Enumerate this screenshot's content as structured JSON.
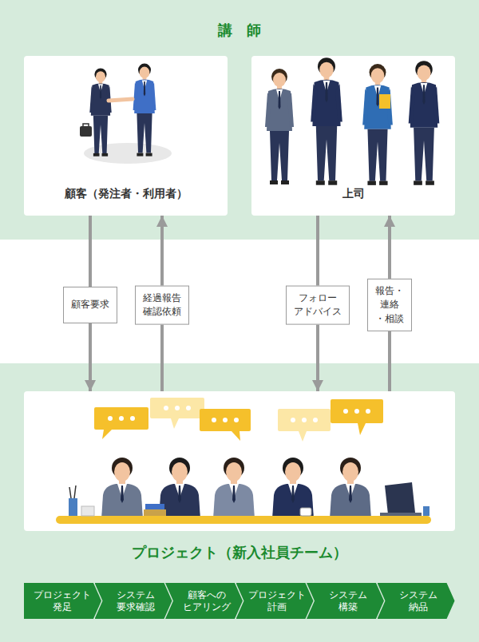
{
  "diagram": {
    "nodes": [
      {
        "text": [
          "講　師"
        ]
      },
      {
        "text": [
          "顧客（発注者・利用者）"
        ],
        "in": 0
      },
      {
        "text": [
          "上司"
        ],
        "in": 0
      },
      {
        "text": [
          "プロジェクト（新入社員チーム）"
        ]
      },
      {
        "text": [
          "プロジェクト 発足"
        ]
      },
      {
        "text": [
          "システム 要求確認"
        ]
      },
      {
        "text": [
          "顧客への ヒアリング"
        ]
      },
      {
        "text": [
          "プロジェクト 計画"
        ]
      },
      {
        "text": [
          "システム 構築"
        ]
      },
      {
        "text": [
          "システム 納品"
        ]
      }
    ],
    "edges": [
      {
        "from": 1,
        "to": 3,
        "label": "顧客要求",
        "arrow": "to"
      },
      {
        "from": 3,
        "to": 1,
        "label": "経過報告 確認依頼",
        "arrow": "to"
      },
      {
        "from": 2,
        "to": 3,
        "label": "フォロー アドバイス",
        "arrow": "to"
      },
      {
        "from": 3,
        "to": 2,
        "label": "報告・連絡 ・相談",
        "arrow": "to"
      }
    ]
  }
}
